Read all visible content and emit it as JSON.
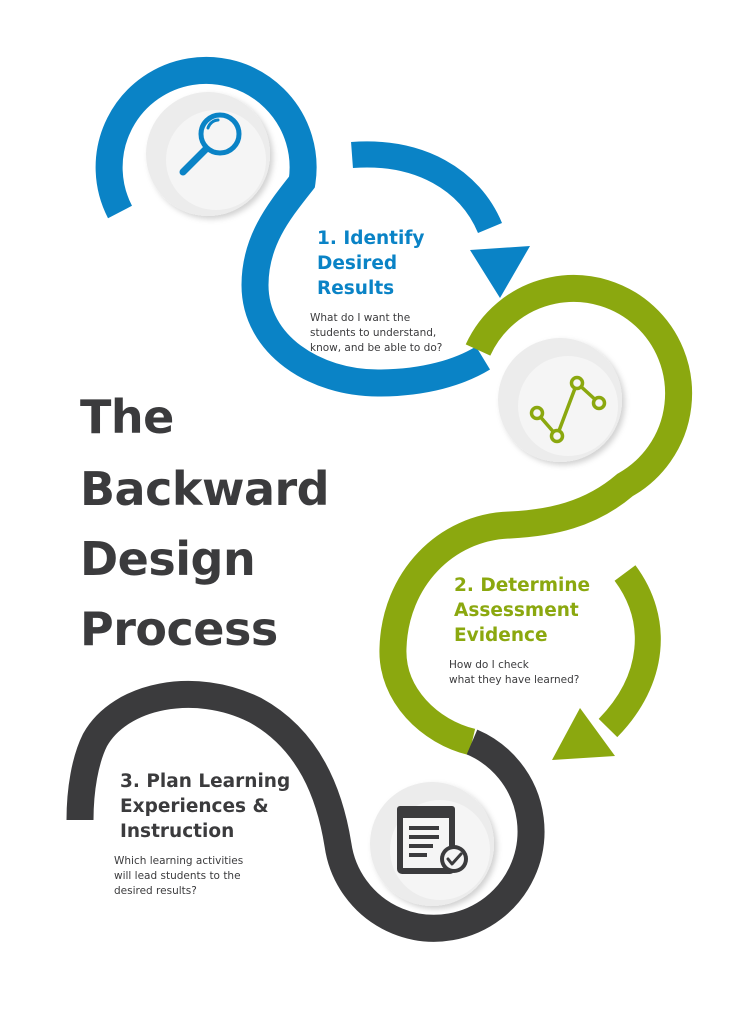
{
  "colors": {
    "blue": "#0a83c6",
    "green": "#8ba80f",
    "dark": "#3b3b3d",
    "circle": "#ececec"
  },
  "title": {
    "lines": [
      "The",
      "Backward",
      "Design",
      "Process"
    ]
  },
  "steps": [
    {
      "color": "blue",
      "icon": "magnifier-icon",
      "heading": [
        "1. Identify",
        "Desired",
        "Results"
      ],
      "description": [
        "What do I want the",
        "students to understand,",
        "know, and be able to do?"
      ]
    },
    {
      "color": "green",
      "icon": "line-graph-icon",
      "heading": [
        "2. Determine",
        "Assessment",
        "Evidence"
      ],
      "description": [
        "How do I check",
        "what they have learned?"
      ]
    },
    {
      "color": "dark",
      "icon": "checklist-document-icon",
      "heading": [
        "3. Plan Learning",
        "Experiences &",
        "Instruction"
      ],
      "description": [
        "Which learning activities",
        "will lead students to the",
        "desired results?"
      ]
    }
  ]
}
